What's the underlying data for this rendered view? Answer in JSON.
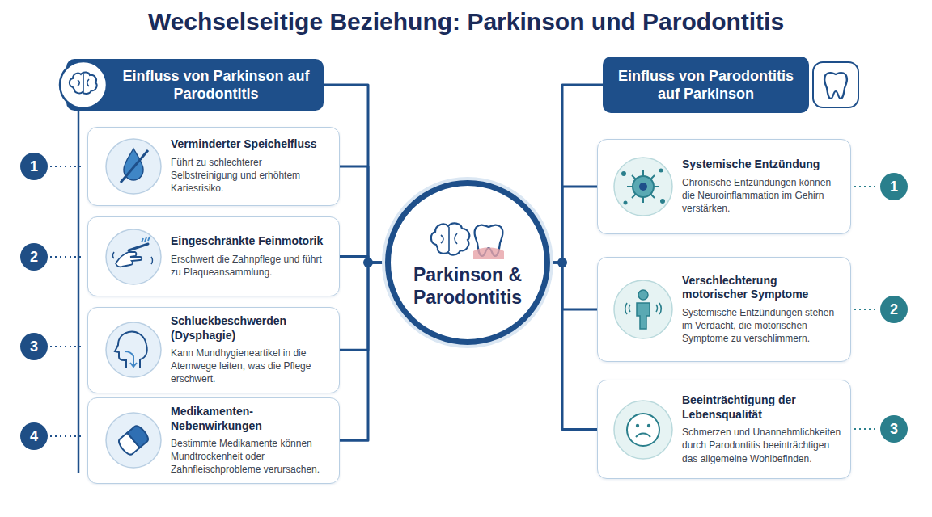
{
  "diagram": {
    "title": "Wechselseitige Beziehung: Parkinson und Parodontitis",
    "nodes": [
      {
        "text": [
          "Einfluss von Parkinson auf Parodontitis"
        ]
      },
      {
        "text": [
          "Verminderter Speichelfluss",
          "Führt zu schlechterer Selbstreinigung und erhöhtem Kariesrisiko."
        ]
      },
      {
        "text": [
          "Eingeschränkte Feinmotorik",
          "Erschwert die Zahnpflege und führt zu Plaqueansammlung."
        ]
      },
      {
        "text": [
          "Schluckbeschwerden (Dysphagie)",
          "Kann Mundhygieneartikel in die Atemwege leiten, was die Pflege erschwert."
        ]
      },
      {
        "text": [
          "Medikamenten-Nebenwirkungen",
          "Bestimmte Medikamente können Mundtrockenheit oder Zahnfleischprobleme verursachen."
        ]
      },
      {
        "text": [
          "Parkinson & Parodontitis"
        ]
      },
      {
        "text": [
          "Einfluss von Parodontitis auf Parkinson"
        ]
      },
      {
        "text": [
          "Systemische Entzündung",
          "Chronische Entzündungen können die Neuroinflammation im Gehirn verstärken."
        ]
      },
      {
        "text": [
          "Verschlechterung motorischer Symptome",
          "Systemische Entzündungen stehen im Verdacht, die motorischen Symptome zu verschlimmern."
        ]
      },
      {
        "text": [
          "Beeinträchtigung der Lebensqualität",
          "Schmerzen und Unannehmlichkeiten durch Parodontitis beeinträchtigen das allgemeine Wohlbefinden."
        ]
      }
    ],
    "edges": [
      {
        "from": 0,
        "to": 5,
        "arrow": "none"
      },
      {
        "from": 1,
        "to": 5,
        "arrow": "none"
      },
      {
        "from": 2,
        "to": 5,
        "arrow": "none"
      },
      {
        "from": 3,
        "to": 5,
        "arrow": "none"
      },
      {
        "from": 4,
        "to": 5,
        "arrow": "none"
      },
      {
        "from": 5,
        "to": 6,
        "arrow": "none"
      },
      {
        "from": 5,
        "to": 7,
        "arrow": "none"
      },
      {
        "from": 5,
        "to": 8,
        "arrow": "none"
      },
      {
        "from": 5,
        "to": 9,
        "arrow": "none"
      }
    ],
    "labels": [
      "1",
      "2",
      "3",
      "4",
      "1",
      "2",
      "3"
    ]
  }
}
